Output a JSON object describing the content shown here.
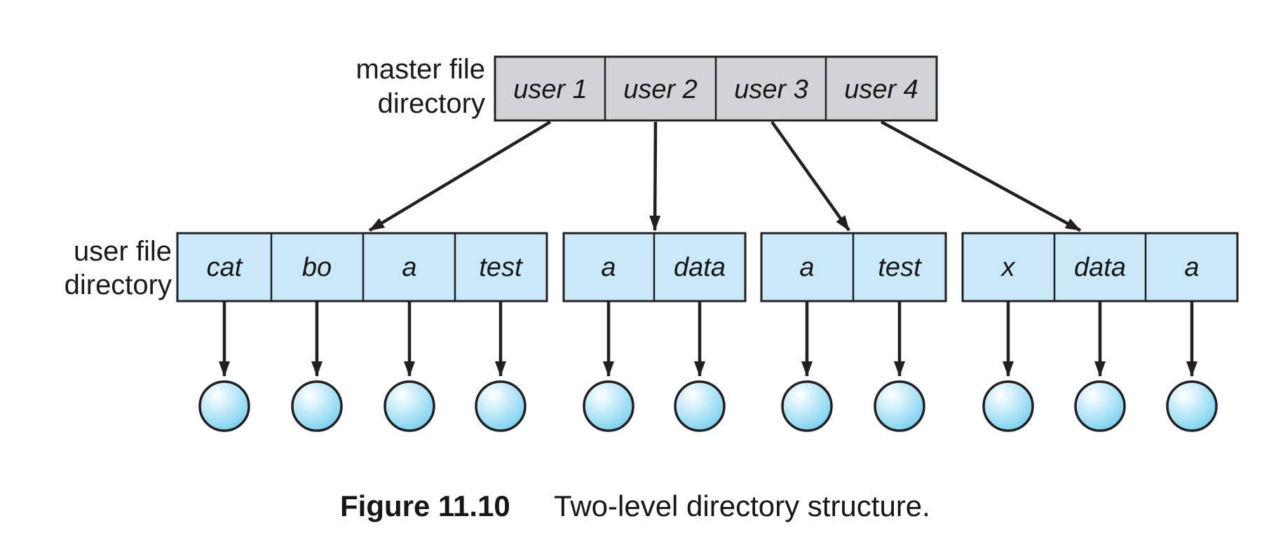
{
  "diagram": {
    "master_directory": {
      "label": [
        "master file",
        "directory"
      ],
      "cells": [
        "user 1",
        "user 2",
        "user 3",
        "user 4"
      ]
    },
    "user_directory": {
      "label": [
        "user file",
        "directory"
      ],
      "groups": [
        {
          "owner": "user 1",
          "cells": [
            "cat",
            "bo",
            "a",
            "test"
          ]
        },
        {
          "owner": "user 2",
          "cells": [
            "a",
            "data"
          ]
        },
        {
          "owner": "user 3",
          "cells": [
            "a",
            "test"
          ]
        },
        {
          "owner": "user 4",
          "cells": [
            "x",
            "data",
            "a"
          ]
        }
      ]
    },
    "files_count": 11,
    "colors": {
      "master_fill": "#d2d3d4",
      "user_fill": "#c9e8f8",
      "circle_highlight": "#ffffff",
      "circle_light": "#d4f0fb",
      "circle_mid": "#90d9f3",
      "circle_edge": "#6ac5e7",
      "stroke": "#231f20",
      "background": "#ffffff"
    }
  },
  "caption": {
    "label": "Figure 11.10",
    "text": "Two-level directory structure."
  }
}
